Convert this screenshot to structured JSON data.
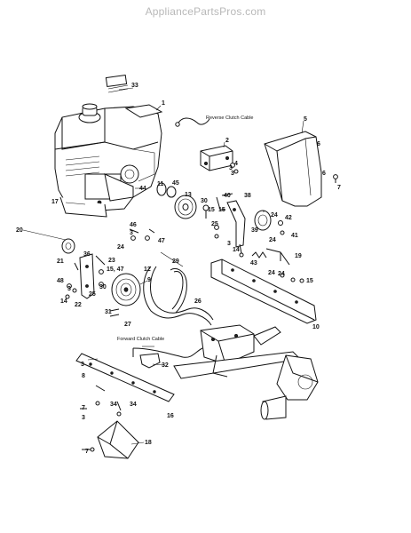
{
  "watermark": "AppliancePartsPros.com",
  "callouts": {
    "reverse_clutch_cable": "Reverse Clutch Cable",
    "forward_clutch_cable": "Forward Clutch Cable"
  },
  "part_numbers": [
    "33",
    "1",
    "2",
    "3",
    "5",
    "6",
    "6",
    "7",
    "4",
    "17",
    "44",
    "11",
    "45",
    "13",
    "30",
    "15",
    "40",
    "38",
    "24",
    "42",
    "24",
    "41",
    "39",
    "20",
    "46",
    "3",
    "47",
    "24",
    "21",
    "23",
    "36",
    "15, 47",
    "12",
    "29",
    "43",
    "19",
    "48",
    "14",
    "3",
    "30",
    "9",
    "25",
    "22",
    "31",
    "24",
    "15",
    "26",
    "27",
    "10",
    "32",
    "3",
    "8",
    "7",
    "34",
    "34",
    "16",
    "7",
    "18",
    "3",
    "25",
    "14",
    "3",
    "3",
    "15",
    "24"
  ],
  "colors": {
    "ink": "#111111",
    "watermark": "#b8b8b8",
    "background": "#ffffff"
  }
}
